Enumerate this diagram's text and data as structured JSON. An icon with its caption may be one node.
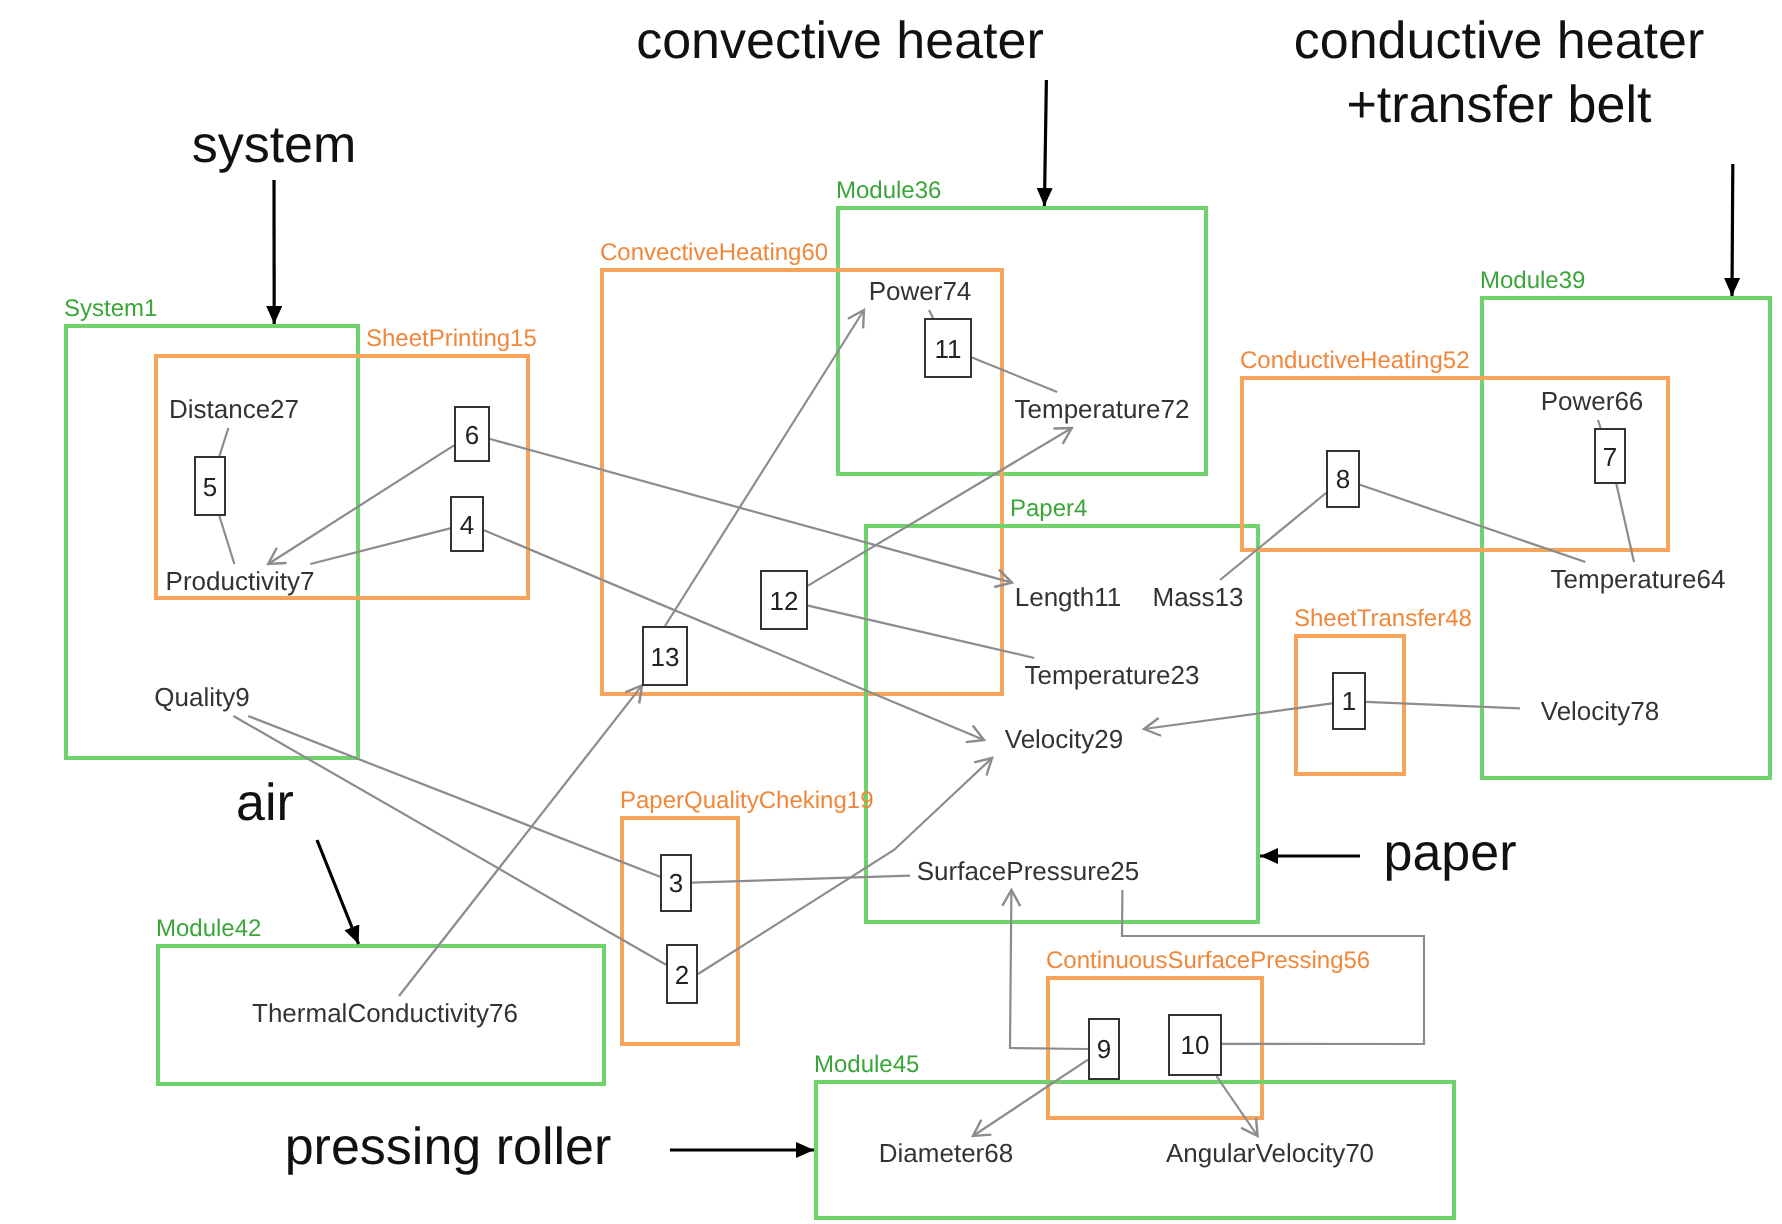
{
  "diagram": {
    "nodes": [
      {
        "text": [
          "System1"
        ]
      },
      {
        "text": [
          "SheetPrinting15"
        ]
      },
      {
        "text": [
          "Distance27"
        ]
      },
      {
        "text": [
          "5"
        ]
      },
      {
        "text": [
          "Productivity7"
        ]
      },
      {
        "text": [
          "6"
        ],
        "in": 1
      },
      {
        "text": [
          "4"
        ],
        "in": 1
      },
      {
        "text": [
          "Quality9"
        ],
        "in": 0
      },
      {
        "text": [
          "Module36"
        ]
      },
      {
        "text": [
          "ConvectiveHeating60"
        ]
      },
      {
        "text": [
          "Power74"
        ]
      },
      {
        "text": [
          "11"
        ]
      },
      {
        "text": [
          "Temperature72"
        ],
        "in": 8
      },
      {
        "text": [
          "13"
        ],
        "in": 9
      },
      {
        "text": [
          "12"
        ],
        "in": 9
      },
      {
        "text": [
          "Paper4"
        ]
      },
      {
        "text": [
          "Length11"
        ],
        "in": 15
      },
      {
        "text": [
          "Mass13"
        ],
        "in": 15
      },
      {
        "text": [
          "Temperature23"
        ],
        "in": 15
      },
      {
        "text": [
          "Velocity29"
        ],
        "in": 15
      },
      {
        "text": [
          "SurfacePressure25"
        ],
        "in": 15
      },
      {
        "text": [
          "Module39"
        ]
      },
      {
        "text": [
          "ConductiveHeating52"
        ]
      },
      {
        "text": [
          "8"
        ],
        "in": 22
      },
      {
        "text": [
          "Power66"
        ]
      },
      {
        "text": [
          "7"
        ]
      },
      {
        "text": [
          "Temperature64"
        ],
        "in": 21
      },
      {
        "text": [
          "SheetTransfer48"
        ]
      },
      {
        "text": [
          "1"
        ],
        "in": 27
      },
      {
        "text": [
          "Velocity78"
        ],
        "in": 21
      },
      {
        "text": [
          "PaperQualityCheking19"
        ]
      },
      {
        "text": [
          "3"
        ],
        "in": 30
      },
      {
        "text": [
          "2"
        ],
        "in": 30
      },
      {
        "text": [
          "ContinuousSurfacePressing56"
        ]
      },
      {
        "text": [
          "Module45"
        ]
      },
      {
        "text": [
          "9"
        ],
        "in": 33
      },
      {
        "text": [
          "10"
        ],
        "in": 33
      },
      {
        "text": [
          "Module42"
        ]
      },
      {
        "text": [
          "ThermalConductivity76"
        ],
        "in": 37
      },
      {
        "text": [
          "Diameter68"
        ],
        "in": 34
      },
      {
        "text": [
          "AngularVelocity70"
        ],
        "in": 34
      },
      {
        "text": [
          "system"
        ]
      },
      {
        "text": [
          "convective heater"
        ]
      },
      {
        "text": [
          "conductive heater +transfer belt"
        ]
      },
      {
        "text": [
          "air"
        ]
      },
      {
        "text": [
          "paper"
        ]
      },
      {
        "text": [
          "pressing roller"
        ]
      }
    ],
    "edges": [
      {
        "from": 41,
        "to": 0,
        "arrow": "to",
        "color": "#000000"
      },
      {
        "from": 42,
        "to": 8,
        "arrow": "to",
        "color": "#000000"
      },
      {
        "from": 43,
        "to": 21,
        "arrow": "to",
        "color": "#000000"
      },
      {
        "from": 44,
        "to": 37,
        "arrow": "to",
        "color": "#000000"
      },
      {
        "from": 45,
        "to": 15,
        "arrow": "to",
        "color": "#000000"
      },
      {
        "from": 46,
        "to": 34,
        "arrow": "to",
        "color": "#000000"
      },
      {
        "from": 2,
        "to": 3,
        "arrow": "none"
      },
      {
        "from": 3,
        "to": 4,
        "arrow": "none"
      },
      {
        "from": 5,
        "to": 4,
        "arrow": "to"
      },
      {
        "from": 5,
        "to": 16,
        "arrow": "to"
      },
      {
        "from": 4,
        "to": 6,
        "arrow": "none"
      },
      {
        "from": 6,
        "to": 19,
        "arrow": "to"
      },
      {
        "from": 38,
        "to": 13,
        "arrow": "to"
      },
      {
        "from": 13,
        "to": 10,
        "arrow": "to"
      },
      {
        "from": 14,
        "to": 12,
        "arrow": "to"
      },
      {
        "from": 14,
        "to": 18,
        "arrow": "none"
      },
      {
        "from": 10,
        "to": 11,
        "arrow": "none"
      },
      {
        "from": 11,
        "to": 12,
        "arrow": "none"
      },
      {
        "from": 17,
        "to": 23,
        "arrow": "none"
      },
      {
        "from": 23,
        "to": 26,
        "arrow": "none"
      },
      {
        "from": 24,
        "to": 25,
        "arrow": "none"
      },
      {
        "from": 25,
        "to": 26,
        "arrow": "none"
      },
      {
        "from": 29,
        "to": 28,
        "arrow": "none"
      },
      {
        "from": 28,
        "to": 19,
        "arrow": "to"
      },
      {
        "from": 7,
        "to": 31,
        "arrow": "none"
      },
      {
        "from": 31,
        "to": 20,
        "arrow": "none"
      },
      {
        "from": 7,
        "to": 32,
        "arrow": "none"
      },
      {
        "from": 32,
        "to": 19,
        "arrow": "to"
      },
      {
        "from": 35,
        "to": 20,
        "arrow": "to"
      },
      {
        "from": 35,
        "to": 39,
        "arrow": "to"
      },
      {
        "from": 20,
        "to": 36,
        "arrow": "none"
      },
      {
        "from": 36,
        "to": 40,
        "arrow": "to"
      }
    ]
  }
}
